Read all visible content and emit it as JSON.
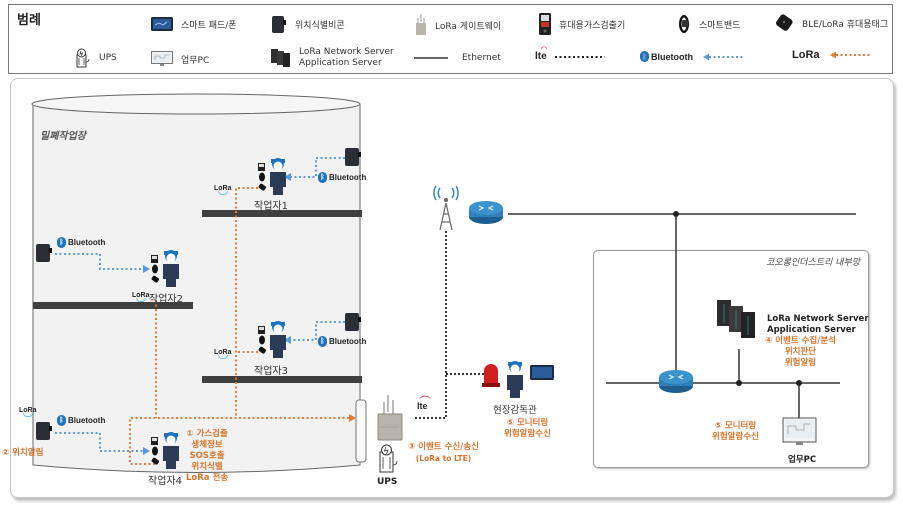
{
  "legend": {
    "title": "범례",
    "items": [
      {
        "icon": "smart-pad-icon",
        "label": "스마트 패드/폰"
      },
      {
        "icon": "beacon-icon",
        "label": "위치식별비콘"
      },
      {
        "icon": "lora-gateway-icon",
        "label": "LoRa 게이트웨이"
      },
      {
        "icon": "gas-detector-icon",
        "label": "휴대용가스검출기"
      },
      {
        "icon": "smart-band-icon",
        "label": "스마트밴드"
      },
      {
        "icon": "ble-lora-tag-icon",
        "label": "BLE/LoRa 휴대용태그"
      },
      {
        "icon": "ups-icon",
        "label": "UPS"
      },
      {
        "icon": "work-pc-icon",
        "label": "업무PC"
      },
      {
        "icon": "server-icon",
        "label_line1": "LoRa Network Server",
        "label_line2": "Application Server"
      },
      {
        "icon": "ethernet-line-icon",
        "label": "Ethernet"
      },
      {
        "icon": "lte-icon",
        "label": "lte",
        "line": "lte-dotted-black"
      },
      {
        "icon": "bluetooth-icon",
        "label": "Bluetooth",
        "line": "bluetooth-dotted-blue-arrow"
      },
      {
        "icon": "lora-icon",
        "label": "LoRa",
        "line": "lora-dotted-orange-arrow"
      }
    ]
  },
  "colors": {
    "orange": "#e07b39",
    "blue": "#5b9bd5",
    "lte": "#333333",
    "ethernet": "#333333",
    "floor": "#3f3f3f",
    "router": "#2f7fb8",
    "note": "#d8742c"
  },
  "diagram": {
    "zone_title": "밀폐작업장",
    "inner_network_title": "코오롱인더스트리 내부망",
    "workers": [
      "작업자1",
      "작업자2",
      "작업자3",
      "작업자4"
    ],
    "bluetooth_label": "Bluetooth",
    "lora_label": "LoRa",
    "lte_label": "lte",
    "ups_label": "UPS",
    "supervisor_label": "현장감독관",
    "server_line1": "LoRa Network Server",
    "server_line2": "Application Server",
    "work_pc_label": "업무PC",
    "notes": {
      "step1": [
        "① 가스검출",
        "생체정보",
        "SOS호출",
        "위치식별",
        "LoRa 전송"
      ],
      "step2": "② 위치알림",
      "step3": [
        "③ 이벤트 수신/송신",
        "(LoRa to LTE)"
      ],
      "step4": [
        "④ 이벤트 수집/분석",
        "위치판단",
        "위험알림"
      ],
      "step5_supervisor": [
        "⑤ 모니터링",
        "위험알람수신"
      ],
      "step5_pc": [
        "⑤ 모니터링",
        "위험알람수신"
      ]
    }
  }
}
